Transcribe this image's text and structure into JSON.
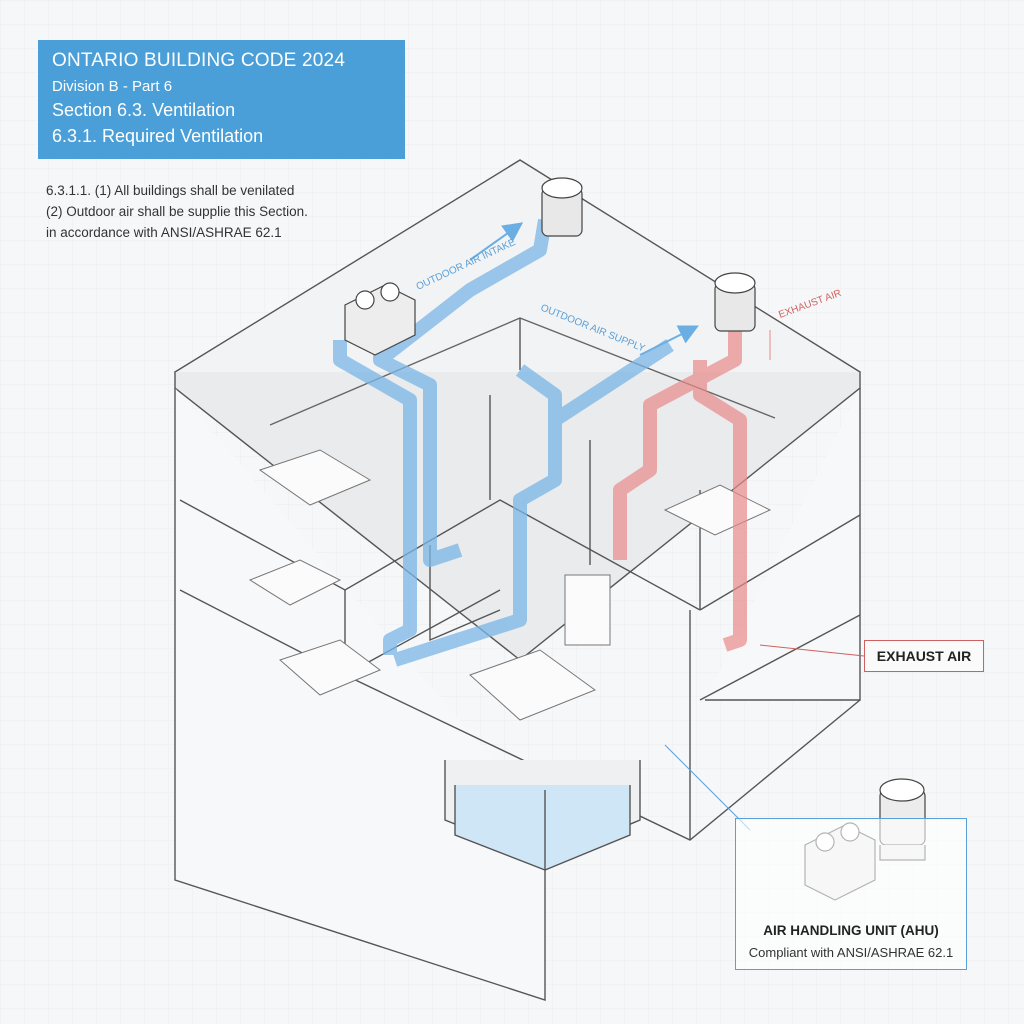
{
  "header": {
    "title": "ONTARIO BUILDING CODE 2024",
    "division": "Division B - Part 6",
    "section": "Section 6.3. Ventilation",
    "subsection": "6.3.1. Required Ventilation"
  },
  "code_text": {
    "line1": "6.3.1.1.  (1) All buildings shall be venilated",
    "line2": "(2) Outdoor air shall be supplie this Section.",
    "line3": "in accordance with ANSI/ASHRAE 62.1"
  },
  "labels": {
    "outdoor_air_1": "OUTDOOR AIR INTAKE",
    "outdoor_air_2": "OUTDOOR AIR SUPPLY",
    "exhaust_roof": "EXHAUST AIR",
    "exhaust_air": "EXHAUST AIR",
    "ahu_title": "AIR HANDLING UNIT (AHU)",
    "ahu_subtitle": "Compliant with ANSI/ASHRAE 62.1"
  },
  "colors": {
    "header_bg": "#4a9fd8",
    "supply_duct": "#7ab6e6",
    "exhaust_duct": "#e98a8a",
    "line": "#555555"
  }
}
